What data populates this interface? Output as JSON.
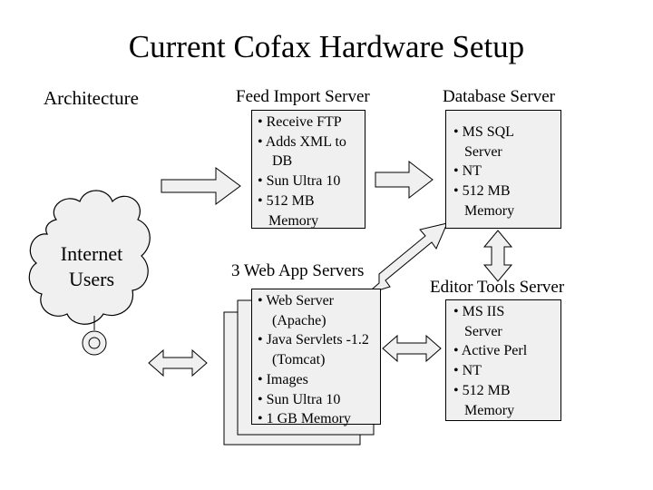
{
  "title": "Current Cofax Hardware Setup",
  "architecture_label": "Architecture",
  "internet_users": {
    "line1": "Internet",
    "line2": "Users"
  },
  "feed_import_server": {
    "label": "Feed Import Server",
    "items": [
      "• Receive FTP",
      "• Adds XML to",
      "    DB",
      "• Sun Ultra 10",
      "• 512 MB",
      "   Memory"
    ]
  },
  "database_server": {
    "label": "Database Server",
    "items": [
      "• MS SQL",
      "   Server",
      "• NT",
      "• 512 MB",
      "   Memory"
    ]
  },
  "web_app_servers": {
    "label": "3 Web App Servers",
    "items": [
      "• Web Server",
      "    (Apache)",
      "• Java Servlets -1.2",
      "    (Tomcat)",
      "• Images",
      "• Sun Ultra 10",
      "• 1 GB Memory"
    ]
  },
  "editor_tools_server": {
    "label": "Editor Tools Server",
    "items": [
      "• MS IIS",
      "   Server",
      "• Active Perl",
      "• NT",
      "• 512 MB",
      "   Memory"
    ]
  },
  "colors": {
    "box_fill": "#f0f0f0",
    "stroke": "#000000",
    "background": "#ffffff"
  }
}
